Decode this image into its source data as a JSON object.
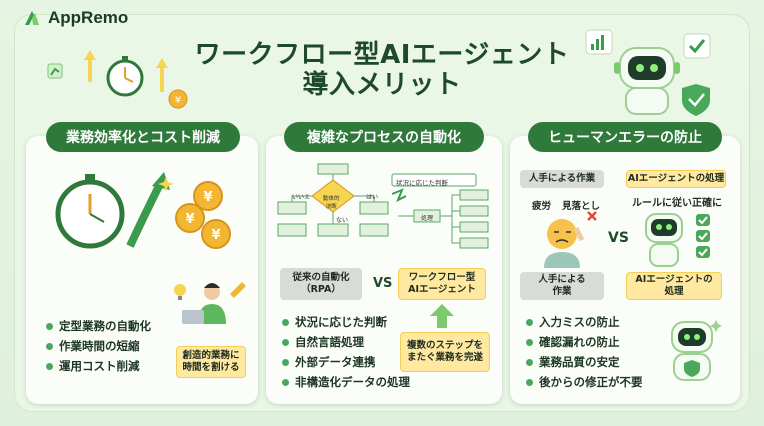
{
  "brand": {
    "name": "AppRemo"
  },
  "title": {
    "line1": "ワークフロー型AIエージェント",
    "line2": "導入メリット"
  },
  "panels": [
    {
      "heading": "業務効率化とコスト削減",
      "bullets": [
        "定型業務の自動化",
        "作業時間の短縮",
        "運用コスト削減"
      ],
      "callout": "創造的業務に\n時間を割ける"
    },
    {
      "heading": "複雑なプロセスの自動化",
      "flow_labels": {
        "yes": "はい",
        "no": "いいえ",
        "no2": "ない",
        "decision": "動体的\n決断",
        "situation": "状況に応じた判断",
        "process": "処理"
      },
      "compare_left": "従来の自動化\n（RPA）",
      "vs": "VS",
      "compare_right": "ワークフロー型\nAIエージェント",
      "bullets": [
        "状況に応じた判断",
        "自然言語処理",
        "外部データ連携",
        "非構造化データの処理"
      ],
      "callout": "複数のステップを\nまたぐ業務を完遂"
    },
    {
      "heading": "ヒューマンエラーの防止",
      "human_label_top": "人手による作業",
      "ai_label_top": "AIエージェントの処理",
      "fatigue": "疲労",
      "oversight": "見落とし",
      "ai_caption": "ルールに従い正確に",
      "vs": "VS",
      "human_label_bottom": "人手による\n作業",
      "ai_label_bottom": "AIエージェントの\n処理",
      "bullets": [
        "入力ミスの防止",
        "確認漏れの防止",
        "業務品質の安定",
        "後からの修正が不要"
      ]
    }
  ],
  "colors": {
    "accent": "#2f7a3b",
    "bullet": "#4aa85a",
    "highlight": "#ffe9a0",
    "gold": "#f2b632"
  }
}
